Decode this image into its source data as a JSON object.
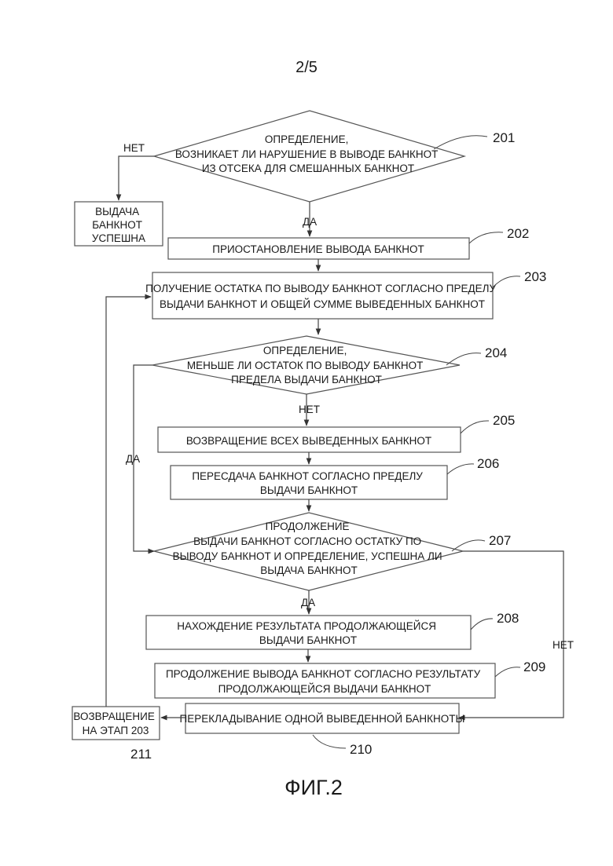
{
  "page_number": "2/5",
  "figure_caption": "ФИГ.2",
  "steps": {
    "s201": {
      "ref": "201",
      "lines": [
        "ОПРЕДЕЛЕНИЕ,",
        "ВОЗНИКАЕТ ЛИ НАРУШЕНИЕ В ВЫВОДЕ БАНКНОТ",
        "ИЗ ОТСЕКА ДЛЯ СМЕШАННЫХ БАНКНОТ"
      ]
    },
    "success": {
      "lines": [
        "ВЫДАЧА",
        "БАНКНОТ",
        "УСПЕШНА"
      ]
    },
    "s202": {
      "ref": "202",
      "lines": [
        "ПРИОСТАНОВЛЕНИЕ ВЫВОДА БАНКНОТ"
      ]
    },
    "s203": {
      "ref": "203",
      "lines": [
        "ПОЛУЧЕНИЕ ОСТАТКА ПО ВЫВОДУ БАНКНОТ СОГЛАСНО ПРЕДЕЛУ",
        "ВЫДАЧИ БАНКНОТ И ОБЩЕЙ СУММЕ ВЫВЕДЕННЫХ БАНКНОТ"
      ]
    },
    "s204": {
      "ref": "204",
      "lines": [
        "ОПРЕДЕЛЕНИЕ,",
        "МЕНЬШЕ ЛИ ОСТАТОК ПО ВЫВОДУ БАНКНОТ",
        "ПРЕДЕЛА ВЫДАЧИ БАНКНОТ"
      ]
    },
    "s205": {
      "ref": "205",
      "lines": [
        "ВОЗВРАЩЕНИЕ ВСЕХ ВЫВЕДЕННЫХ БАНКНОТ"
      ]
    },
    "s206": {
      "ref": "206",
      "lines": [
        "ПЕРЕСДАЧА БАНКНОТ СОГЛАСНО ПРЕДЕЛУ",
        "ВЫДАЧИ БАНКНОТ"
      ]
    },
    "s207": {
      "ref": "207",
      "lines": [
        "ПРОДОЛЖЕНИЕ",
        "ВЫДАЧИ БАНКНОТ СОГЛАСНО ОСТАТКУ ПО",
        "ВЫВОДУ БАНКНОТ И ОПРЕДЕЛЕНИЕ, УСПЕШНА ЛИ",
        "ВЫДАЧА БАНКНОТ"
      ]
    },
    "s208": {
      "ref": "208",
      "lines": [
        "НАХОЖДЕНИЕ РЕЗУЛЬТАТА ПРОДОЛЖАЮЩЕЙСЯ",
        "ВЫДАЧИ БАНКНОТ"
      ]
    },
    "s209": {
      "ref": "209",
      "lines": [
        "ПРОДОЛЖЕНИЕ ВЫВОДА БАНКНОТ СОГЛАСНО РЕЗУЛЬТАТУ",
        "ПРОДОЛЖАЮЩЕЙСЯ ВЫДАЧИ БАНКНОТ"
      ]
    },
    "s210": {
      "ref": "210",
      "lines": [
        "ПЕРЕКЛАДЫВАНИЕ ОДНОЙ ВЫВЕДЕННОЙ БАНКНОТЫ"
      ]
    },
    "s211": {
      "ref": "211",
      "lines": [
        "ВОЗВРАЩЕНИЕ",
        "НА ЭТАП 203"
      ]
    }
  },
  "edge_labels": {
    "s201_no": "НЕТ",
    "s201_yes": "ДА",
    "s204_no": "НЕТ",
    "s204_yes": "ДА",
    "s207_yes": "ДА",
    "s207_no": "НЕТ"
  }
}
